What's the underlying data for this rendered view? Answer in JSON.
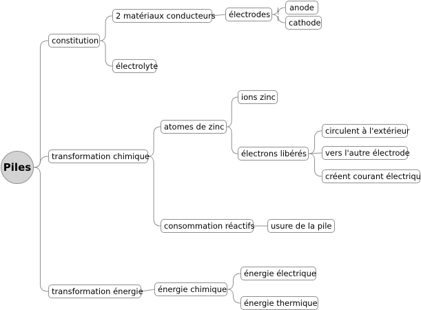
{
  "root": "Piles",
  "nodes": {
    "constitution": "constitution",
    "materiaux": "2 matériaux conducteurs",
    "electrodes": "électrodes",
    "anode": "anode",
    "cathode": "cathode",
    "electrolyte": "électrolyte",
    "transformation_chimique": "transformation chimique",
    "atomes_zinc": "atomes de zinc",
    "ions_zinc": "ions zinc",
    "electrons_liberes": "électrons libérés",
    "circulent": "circulent à l'extérieur",
    "vers_electrode": "vers l'autre électrode",
    "creent_courant": "créent courant électrique",
    "consommation": "consommation réactifs",
    "usure": "usure de la pile",
    "transformation_energie": "transformation énergie",
    "energie_chimique": "énergie chimique",
    "energie_electrique": "énergie électrique",
    "energie_thermique": "énergie thermique"
  },
  "colors": {
    "line": "#8f8f8f",
    "root_fill": "#d3d3d3"
  }
}
